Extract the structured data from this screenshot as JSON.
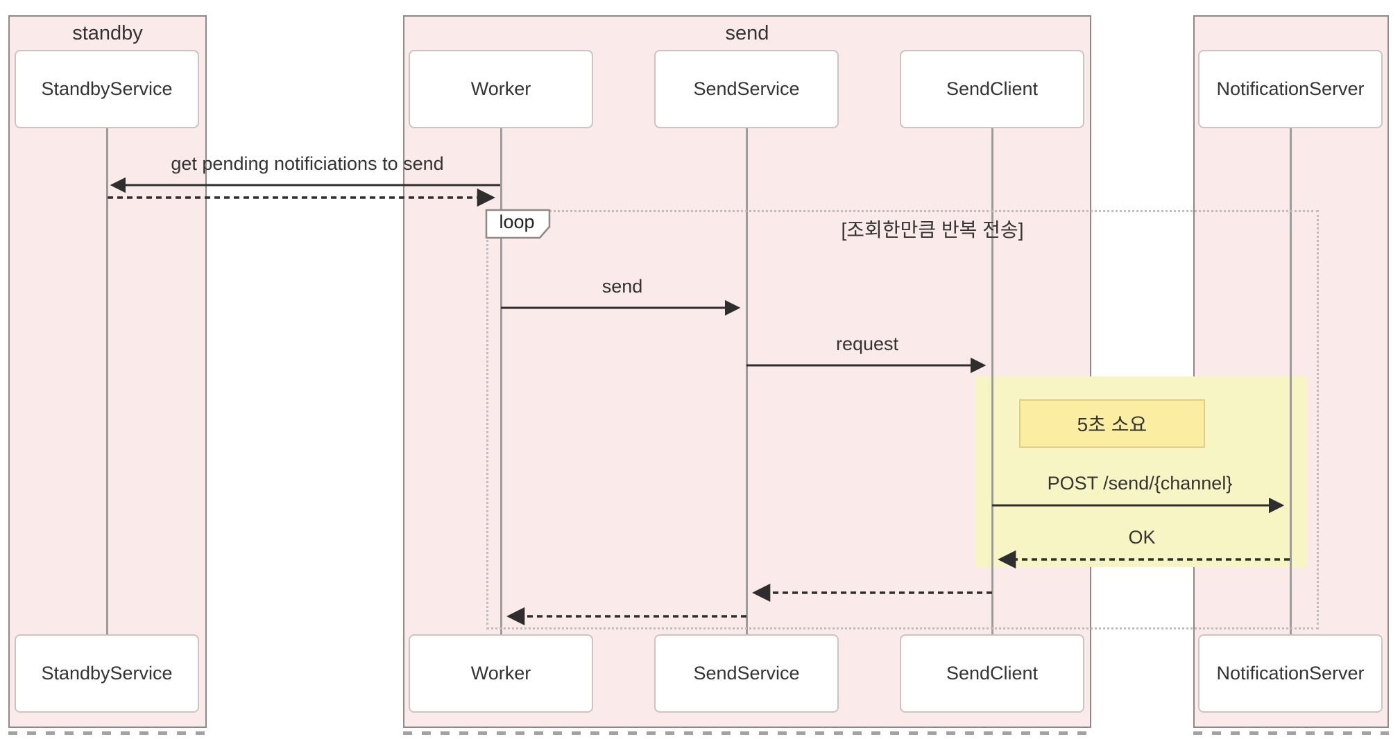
{
  "diagram_type": "sequence-diagram",
  "groups": [
    {
      "label": "standby",
      "participants": [
        "StandbyService"
      ]
    },
    {
      "label": "send",
      "participants": [
        "Worker",
        "SendService",
        "SendClient"
      ]
    },
    {
      "label": "",
      "participants": [
        "NotificationServer"
      ]
    }
  ],
  "participants": [
    "StandbyService",
    "Worker",
    "SendService",
    "SendClient",
    "NotificationServer"
  ],
  "loop": {
    "keyword": "loop",
    "condition": "[조회한만큼 반복 전송]"
  },
  "note": {
    "text": "5초 소요"
  },
  "messages": [
    {
      "label": "get pending notificiations to send",
      "from": "Worker",
      "to": "StandbyService",
      "line": "solid"
    },
    {
      "label": "",
      "from": "StandbyService",
      "to": "Worker",
      "line": "dashed"
    },
    {
      "label": "send",
      "from": "Worker",
      "to": "SendService",
      "line": "solid"
    },
    {
      "label": "request",
      "from": "SendService",
      "to": "SendClient",
      "line": "solid"
    },
    {
      "label": "POST /send/{channel}",
      "from": "SendClient",
      "to": "NotificationServer",
      "line": "solid"
    },
    {
      "label": "OK",
      "from": "NotificationServer",
      "to": "SendClient",
      "line": "dashed"
    },
    {
      "label": "",
      "from": "SendClient",
      "to": "SendService",
      "line": "dashed"
    },
    {
      "label": "",
      "from": "SendService",
      "to": "Worker",
      "line": "dashed"
    }
  ],
  "colors": {
    "panel_fill": "#faeaea",
    "panel_border": "#8e8888",
    "participant_fill": "#ffffff",
    "participant_border": "#ccc3c3",
    "lifeline": "#9c9c9c",
    "arrow": "#2e2e2e",
    "text": "#333333",
    "loop_border": "#bdbdbd",
    "highlight_fill": "#f7f5c3",
    "note_fill": "#fbeda1",
    "note_border": "#decf85"
  }
}
